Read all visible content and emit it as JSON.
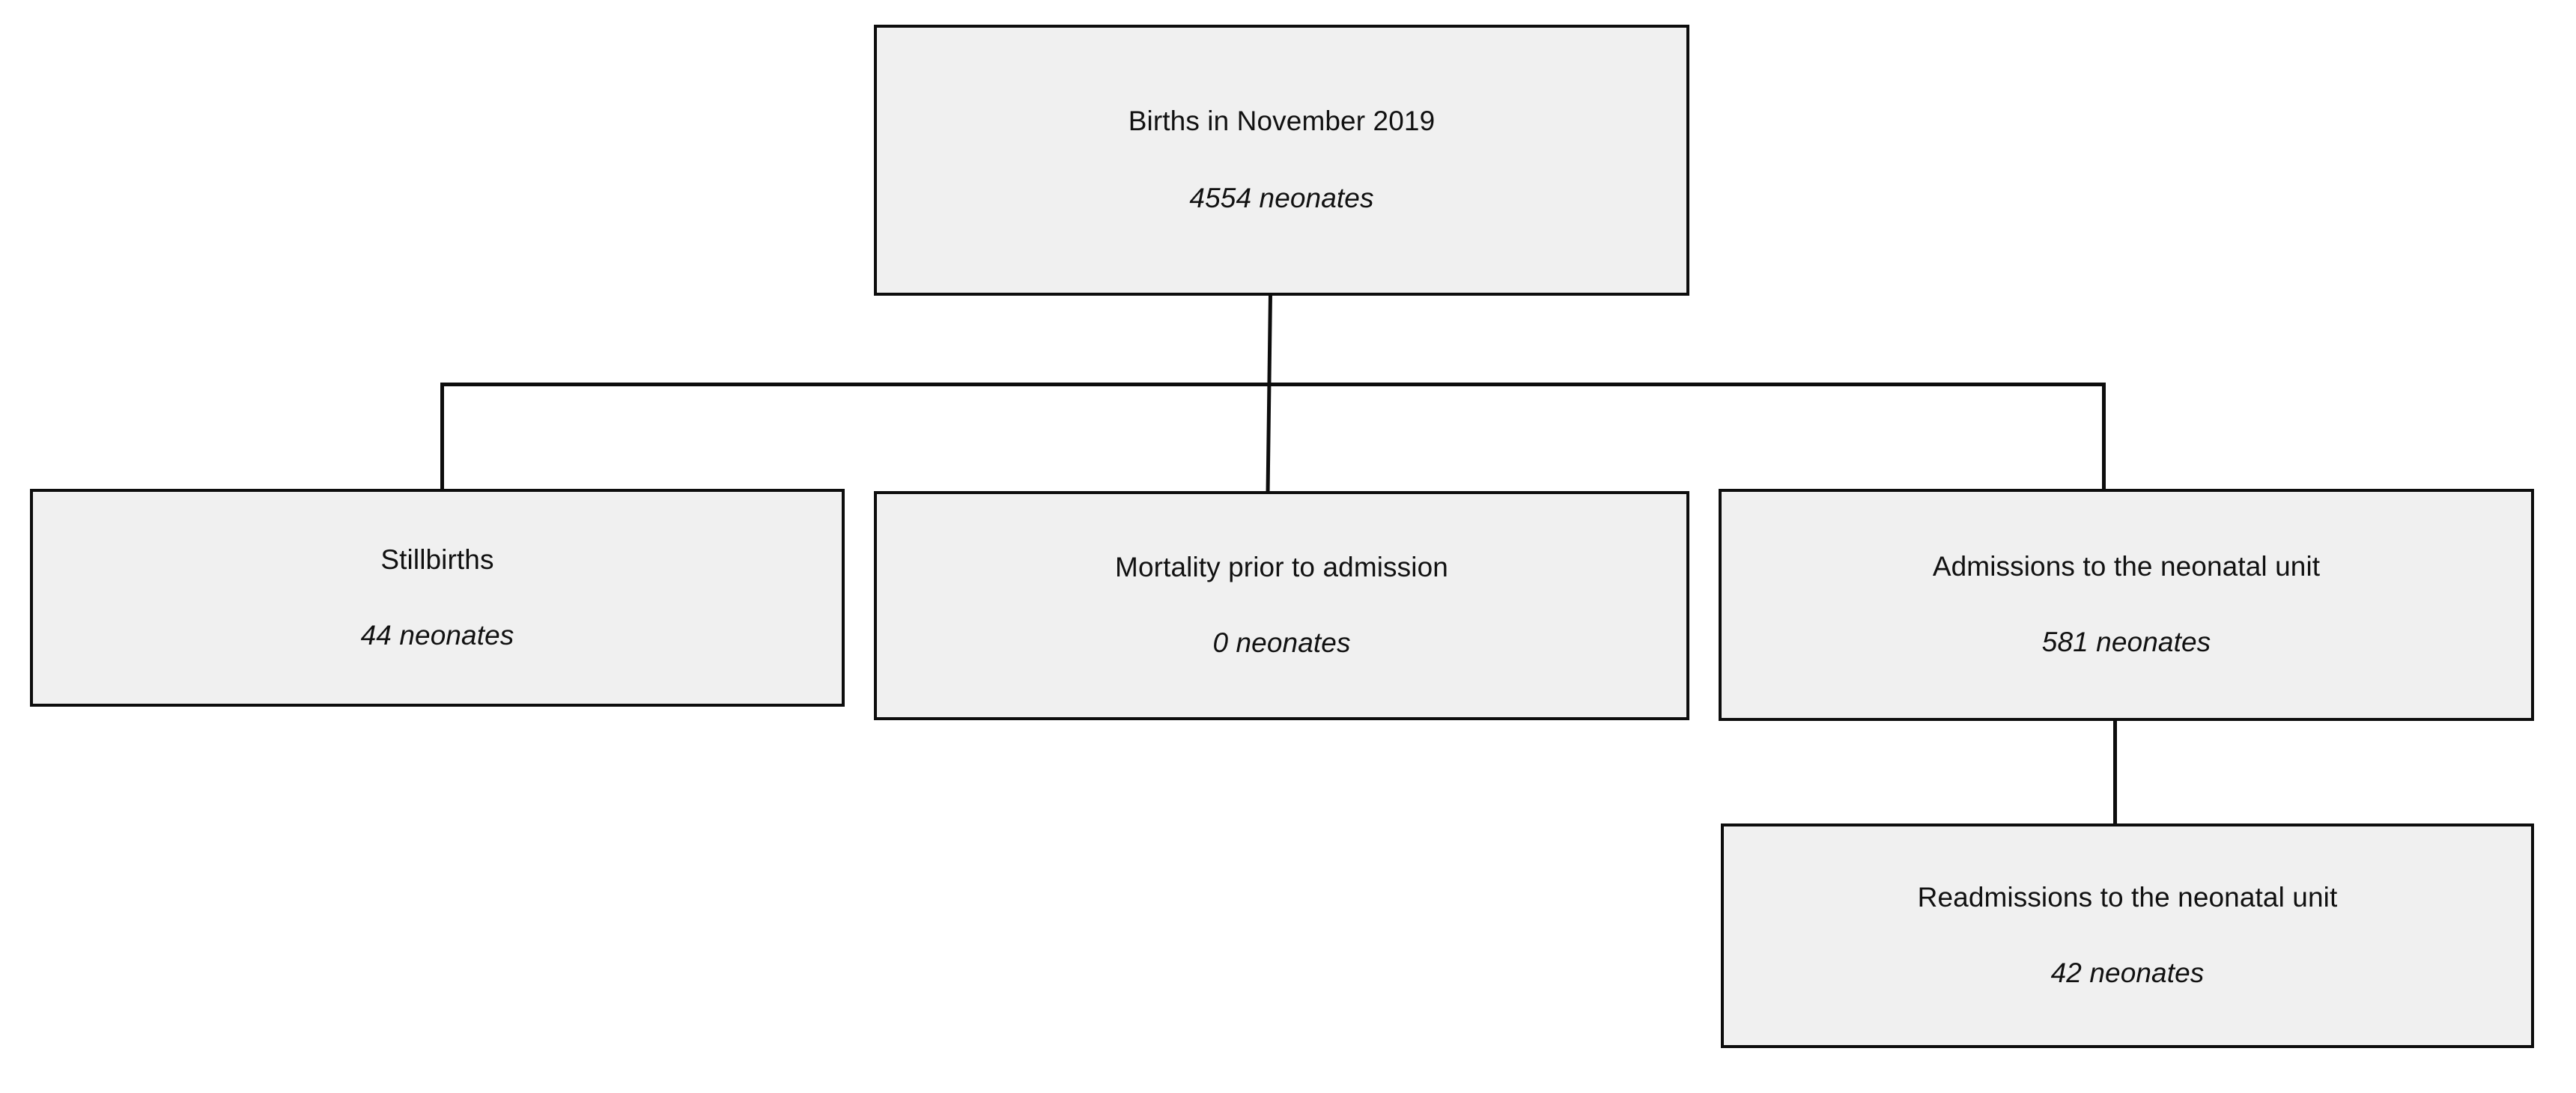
{
  "diagram": {
    "type": "flowchart",
    "title_node": {
      "label": "Births in November 2019",
      "count": "4554 neonates"
    },
    "nodes": [
      {
        "id": "births",
        "label": "Births in November 2019",
        "count": "4554 neonates",
        "level": 1
      },
      {
        "id": "stillbirths",
        "label": "Stillbirths",
        "count": "44 neonates",
        "level": 2
      },
      {
        "id": "mortality-prior-to-admission",
        "label": "Mortality prior to admission",
        "count": "0 neonates",
        "level": 2
      },
      {
        "id": "admissions",
        "label": "Admissions to the neonatal unit",
        "count": "581 neonates",
        "level": 2
      },
      {
        "id": "readmissions",
        "label": "Readmissions to the neonatal unit",
        "count": "42 neonates",
        "level": 3
      }
    ],
    "colors": {
      "node_fill": "#f0f0f0",
      "node_border": "#0d0d0d",
      "connector": "#0d0d0d",
      "page_background": "#ffffff",
      "text": "#111111"
    }
  }
}
